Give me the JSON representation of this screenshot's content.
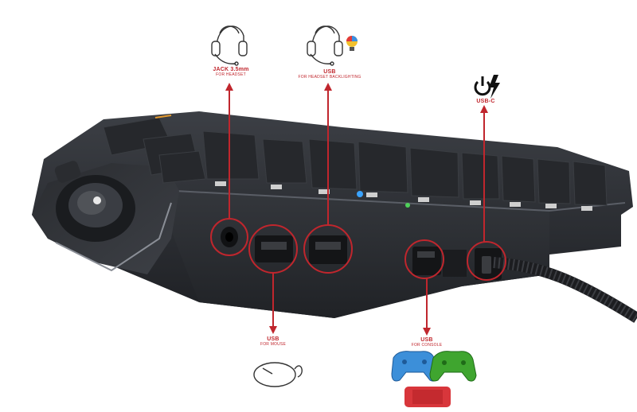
{
  "colors": {
    "accent_red": "#c0262d",
    "device_body": "#2b2d31",
    "ps_controller": "#3c8fd9",
    "xbox_controller": "#3fa52f",
    "switch_console": "#d8363b"
  },
  "callouts": {
    "jack": {
      "title": "JACK 3.5mm",
      "subtitle": "FOR HEADSET",
      "icon": "headset-icon"
    },
    "usb_headset": {
      "title": "USB",
      "subtitle": "FOR HEADSET BACKLIGHTING",
      "icon": "headset-rgb-icon"
    },
    "usb_c": {
      "title": "USB-C",
      "icon": "power-lightning-icon"
    },
    "usb_mouse": {
      "title": "USB",
      "subtitle": "FOR MOUSE",
      "icon": "mouse-icon"
    },
    "usb_console": {
      "title": "USB",
      "subtitle": "FOR CONSOLE",
      "icons": [
        "playstation-controller-icon",
        "xbox-controller-icon",
        "nintendo-switch-icon"
      ]
    }
  }
}
